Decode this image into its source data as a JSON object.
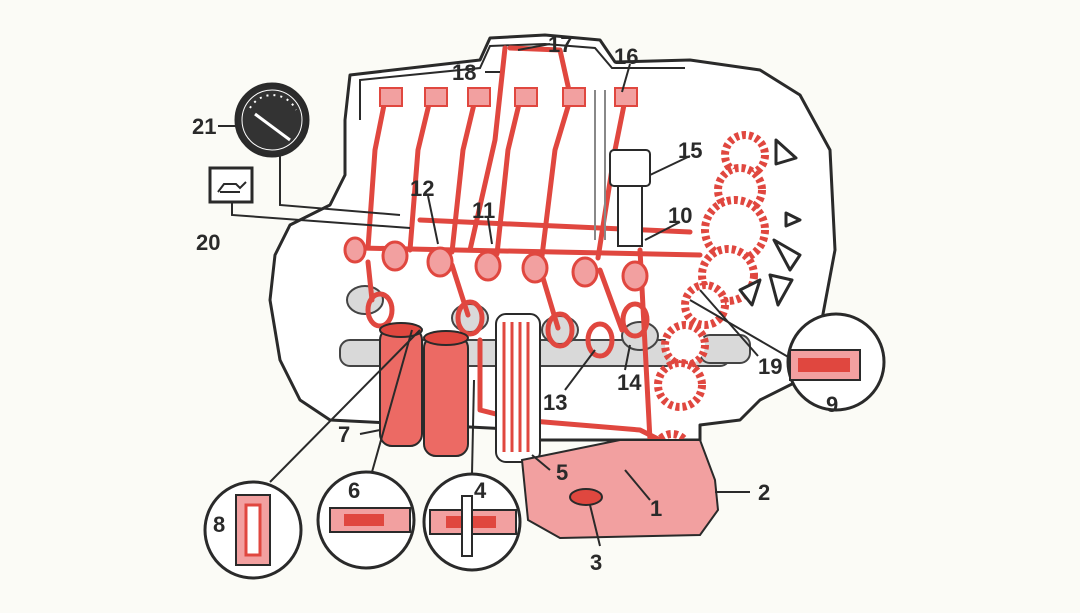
{
  "diagram": {
    "callouts": [
      "1",
      "2",
      "3",
      "4",
      "5",
      "6",
      "7",
      "8",
      "9",
      "10",
      "11",
      "12",
      "13",
      "14",
      "15",
      "16",
      "17",
      "18",
      "19",
      "20",
      "21"
    ],
    "colors": {
      "background": "#fbfbf6",
      "ink": "#2a2a2a",
      "oil_red": "#e0473f",
      "oil_fill": "#f2a0a0",
      "filter_red": "#ec6a64",
      "gauge_face": "#2c2c2c"
    },
    "icons": [
      "oil-pressure-gauge-icon",
      "oil-warning-lamp-icon"
    ]
  }
}
